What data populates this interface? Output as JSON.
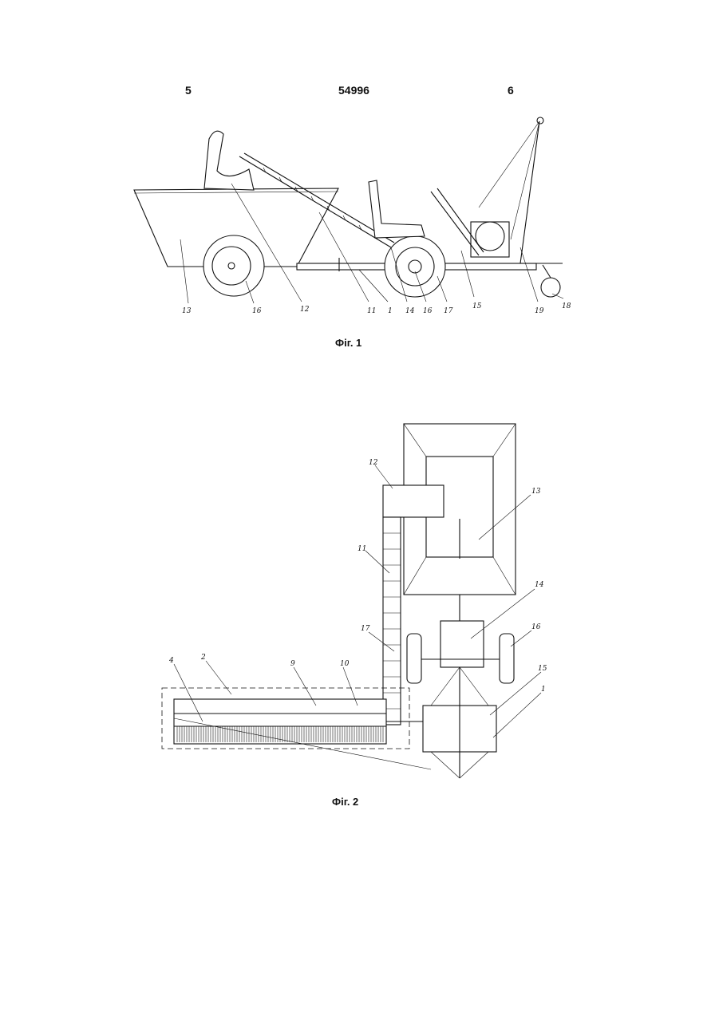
{
  "header": {
    "left_page": "5",
    "patent_number": "54996",
    "right_page": "6"
  },
  "figure1": {
    "caption": "Фіг. 1",
    "labels": [
      "13",
      "16",
      "12",
      "11",
      "1",
      "14",
      "16",
      "17",
      "15",
      "19",
      "18"
    ]
  },
  "figure2": {
    "caption": "Фіг. 2",
    "labels": [
      "12",
      "13",
      "11",
      "14",
      "17",
      "16",
      "2",
      "4",
      "9",
      "10",
      "15",
      "1"
    ]
  }
}
